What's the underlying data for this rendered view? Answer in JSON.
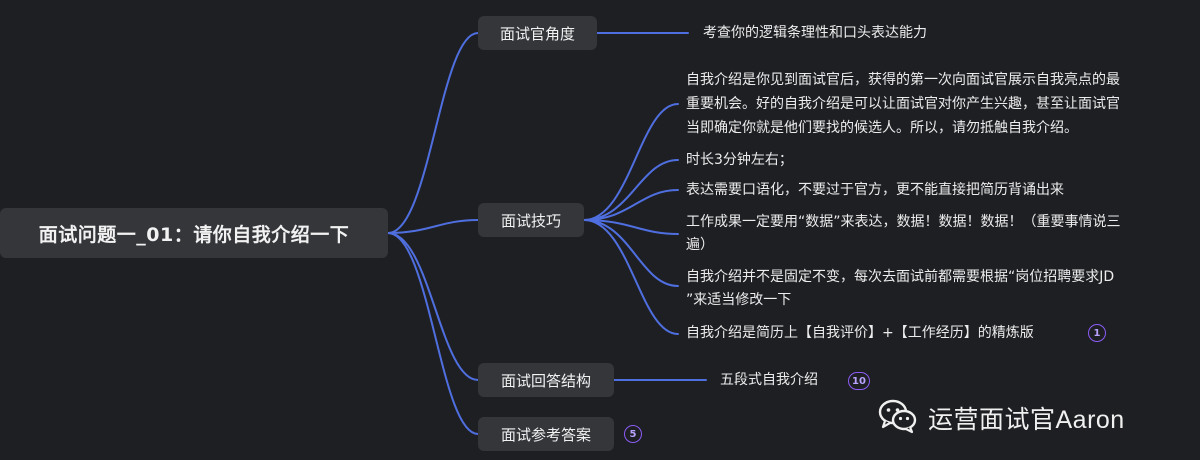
{
  "root": {
    "label": "面试问题一_01：请你自我介绍一下"
  },
  "branches": [
    {
      "label": "面试官角度",
      "children": [
        "考查你的逻辑条理性和口头表达能力"
      ]
    },
    {
      "label": "面试技巧",
      "children": [
        "自我介绍是你见到面试官后，获得的第一次向面试官展示自我亮点的最",
        "重要机会。好的自我介绍是可以让面试官对你产生兴趣，甚至让面试官",
        "当即确定你就是他们要找的候选人。所以，请勿抵触自我介绍。",
        "时长3分钟左右；",
        "表达需要口语化，不要过于官方，更不能直接把简历背诵出来",
        "工作成果一定要用“数据”来表达，数据！数据！数据！（重要事情说三",
        "遍）",
        "自我介绍并不是固定不变，每次去面试前都需要根据“岗位招聘要求JD",
        "”来适当修改一下",
        "自我介绍是简历上【自我评价】+【工作经历】的精炼版"
      ],
      "badge": "1"
    },
    {
      "label": "面试回答结构",
      "children": [
        "五段式自我介绍"
      ],
      "badge": "10"
    },
    {
      "label": "面试参考答案",
      "badge": "5"
    }
  ],
  "watermark": {
    "text": "运营面试官Aaron",
    "icon": "wechat-icon"
  },
  "colors": {
    "background": "#1e1f22",
    "node": "#34363a",
    "line": "#4f6fe0",
    "badge": "#8b5cf6"
  }
}
